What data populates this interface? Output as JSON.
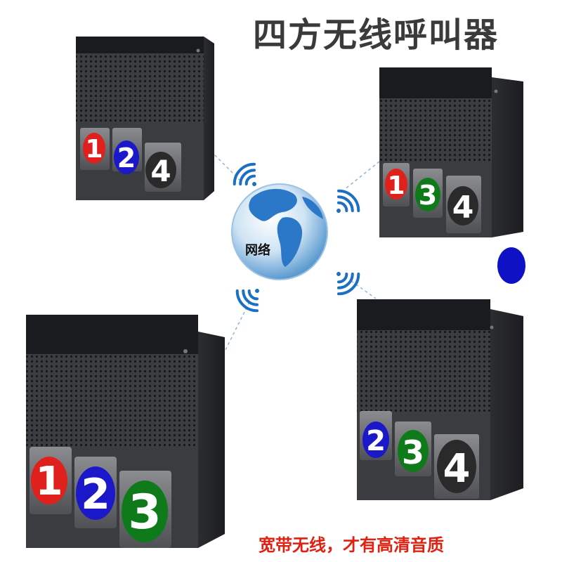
{
  "title": "四方无线呼叫器",
  "tagline": "宽带无线，才有高清音质",
  "network_label": "网络",
  "colors": {
    "red": "#e0201c",
    "blue": "#1a18c8",
    "green": "#0e7a1a",
    "black": "#2a2a2a",
    "title": "#3a3a3a",
    "tagline": "#e02010"
  },
  "units": [
    {
      "name": "unit-top-left",
      "buttons": [
        {
          "label": "1",
          "color": "red"
        },
        {
          "label": "2",
          "color": "blue"
        },
        {
          "label": "4",
          "color": "black"
        }
      ]
    },
    {
      "name": "unit-top-right",
      "buttons": [
        {
          "label": "1",
          "color": "red"
        },
        {
          "label": "3",
          "color": "green"
        },
        {
          "label": "4",
          "color": "black"
        }
      ]
    },
    {
      "name": "unit-bottom-left",
      "buttons": [
        {
          "label": "1",
          "color": "red"
        },
        {
          "label": "2",
          "color": "blue"
        },
        {
          "label": "3",
          "color": "green"
        }
      ]
    },
    {
      "name": "unit-bottom-right",
      "buttons": [
        {
          "label": "2",
          "color": "blue"
        },
        {
          "label": "3",
          "color": "green"
        },
        {
          "label": "4",
          "color": "black"
        }
      ]
    }
  ]
}
